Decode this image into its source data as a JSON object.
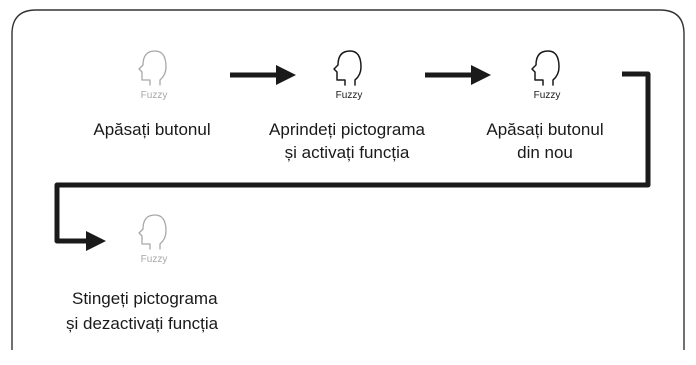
{
  "steps": [
    {
      "icon": "fuzzy-head-icon",
      "icon_state": "off",
      "icon_label": "Fuzzy",
      "caption_lines": [
        "Apăsați butonul"
      ]
    },
    {
      "icon": "fuzzy-head-icon",
      "icon_state": "on",
      "icon_label": "Fuzzy",
      "caption_lines": [
        "Aprindeți pictograma",
        "și activați funcția"
      ]
    },
    {
      "icon": "fuzzy-head-icon",
      "icon_state": "on",
      "icon_label": "Fuzzy",
      "caption_lines": [
        "Apăsați butonul",
        "din nou"
      ]
    },
    {
      "icon": "fuzzy-head-icon",
      "icon_state": "off",
      "icon_label": "Fuzzy",
      "caption_lines": [
        "Stingeți pictograma",
        "și dezactivați funcția"
      ]
    }
  ],
  "colors": {
    "icon_on": "#1a1a1a",
    "icon_off": "#a8a8a8",
    "arrow": "#1a1a1a",
    "border": "#333333",
    "text": "#1a1a1a"
  }
}
